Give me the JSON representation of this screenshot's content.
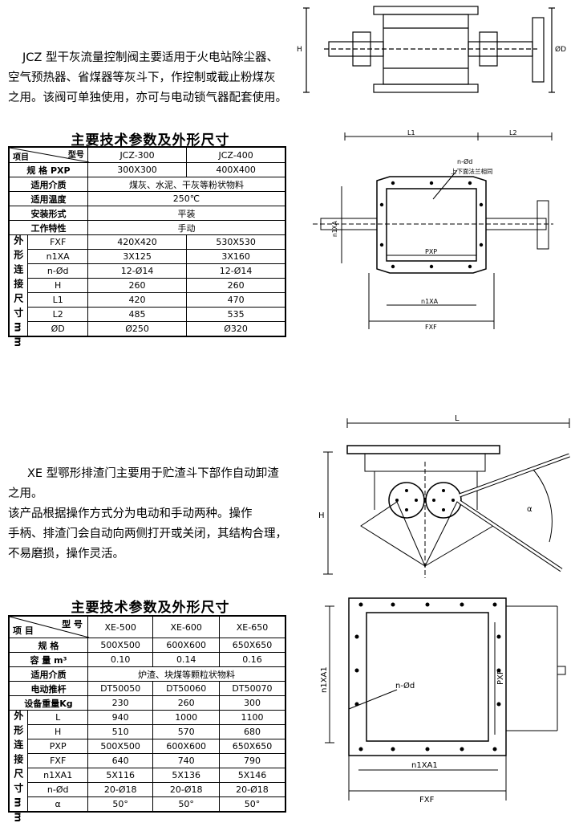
{
  "jcz": {
    "intro": [
      "JCZ 型干灰流量控制阀主要适用于火电站除尘器、",
      "空气预热器、省煤器等灰斗下，作控制或截止粉煤灰",
      "之用。该阀可单独使用，亦可与电动锁气器配套使用。"
    ],
    "table_title": "主要技术参数及外形尺寸",
    "header_model": "型号",
    "header_item": "项目",
    "models": [
      "JCZ-300",
      "JCZ-400"
    ],
    "rows": [
      {
        "label": "规 格 PXP",
        "values": [
          "300X300",
          "400X400"
        ]
      },
      {
        "label": "适用介质",
        "span": "煤灰、水泥、干灰等粉状物料"
      },
      {
        "label": "适用温度",
        "span": "250℃"
      },
      {
        "label": "安装形式",
        "span": "平装"
      },
      {
        "label": "工作特性",
        "span": "手动"
      }
    ],
    "dim_group_label": "外形连接尺寸mm",
    "dim_rows": [
      {
        "label": "FXF",
        "values": [
          "420X420",
          "530X530"
        ]
      },
      {
        "label": "n1XA",
        "values": [
          "3X125",
          "3X160"
        ]
      },
      {
        "label": "n-Ød",
        "values": [
          "12-Ø14",
          "12-Ø14"
        ]
      },
      {
        "label": "H",
        "values": [
          "260",
          "260"
        ]
      },
      {
        "label": "L1",
        "values": [
          "420",
          "470"
        ]
      },
      {
        "label": "L2",
        "values": [
          "485",
          "535"
        ]
      },
      {
        "label": "ØD",
        "values": [
          "Ø250",
          "Ø320"
        ]
      }
    ],
    "drawing_labels": {
      "H": "H",
      "OD": "ØD",
      "L1": "L1",
      "L2": "L2",
      "nd": "n-Ød",
      "flange_note": "上下面法兰相同",
      "n1XA_side": "n1XA",
      "PXP": "PXP",
      "n1XA_bottom": "n1XA",
      "FXF": "FXF"
    }
  },
  "xe": {
    "intro": [
      "XE 型鄂形排渣门主要用于贮渣斗下部作自动卸渣",
      "之用。",
      "    该产品根据操作方式分为电动和手动两种。操作",
      "手柄、排渣门会自动向两侧打开或关闭，其结构合理，",
      "不易磨损，操作灵活。"
    ],
    "table_title": "主要技术参数及外形尺寸",
    "header_model": "型 号",
    "header_item": "项 目",
    "models": [
      "XE-500",
      "XE-600",
      "XE-650"
    ],
    "rows": [
      {
        "label": "规 格",
        "values": [
          "500X500",
          "600X600",
          "650X650"
        ]
      },
      {
        "label": "容 量 m³",
        "values": [
          "0.10",
          "0.14",
          "0.16"
        ]
      },
      {
        "label": "适用介质",
        "span": "炉渣、块煤等颗粒状物料"
      },
      {
        "label": "电动推杆",
        "values": [
          "DT50050",
          "DT50060",
          "DT50070"
        ]
      },
      {
        "label": "设备重量Kg",
        "values": [
          "230",
          "260",
          "300"
        ]
      }
    ],
    "dim_group_label": "外形连接尺寸mm",
    "dim_rows": [
      {
        "label": "L",
        "values": [
          "940",
          "1000",
          "1100"
        ]
      },
      {
        "label": "H",
        "values": [
          "510",
          "570",
          "680"
        ]
      },
      {
        "label": "PXP",
        "values": [
          "500X500",
          "600X600",
          "650X650"
        ]
      },
      {
        "label": "FXF",
        "values": [
          "640",
          "740",
          "790"
        ]
      },
      {
        "label": "n1XA1",
        "values": [
          "5X116",
          "5X136",
          "5X146"
        ]
      },
      {
        "label": "n-Ød",
        "values": [
          "20-Ø18",
          "20-Ø18",
          "20-Ø18"
        ]
      },
      {
        "label": "α",
        "values": [
          "50°",
          "50°",
          "50°"
        ]
      }
    ],
    "drawing_labels": {
      "L": "L",
      "H": "H",
      "alpha": "α",
      "n1XA1_side": "n1XA1",
      "PXP": "PXP",
      "nd": "n-Ød",
      "n1XA1_bottom": "n1XA1",
      "FXF": "FXF"
    }
  }
}
